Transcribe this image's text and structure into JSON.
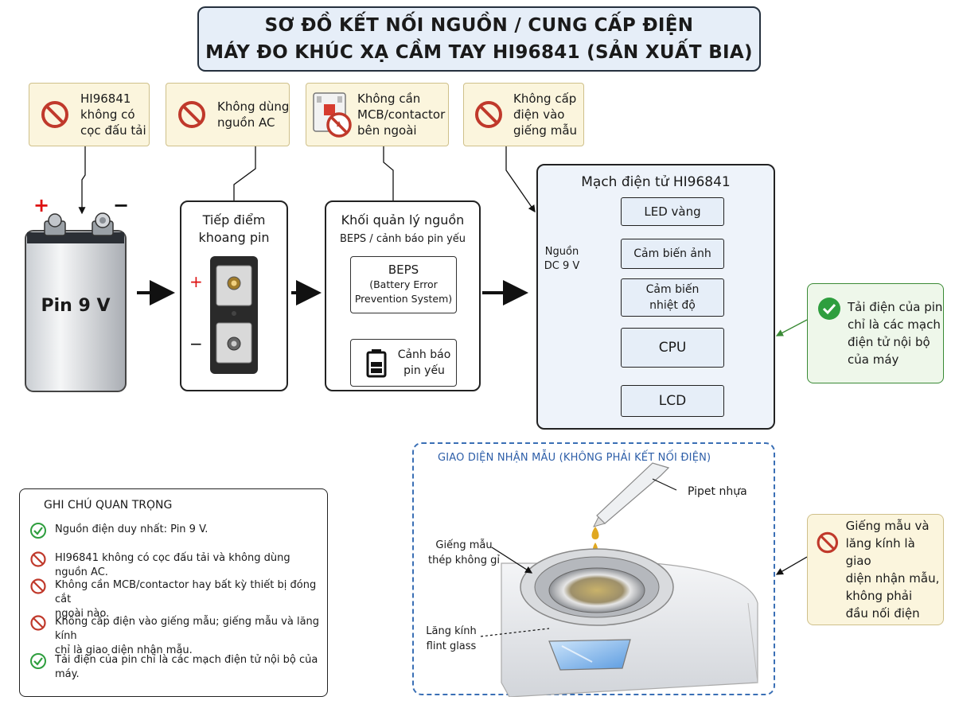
{
  "title": {
    "line1": "SƠ ĐỒ KẾT NỐI NGUỒN / CUNG CẤP ĐIỆN",
    "line2": "MÁY ĐO KHÚC XẠ CẦM TAY HI96841 (SẢN XUẤT BIA)"
  },
  "top_notes": [
    {
      "lines": [
        "HI96841",
        "không có",
        "cọc đấu tải"
      ],
      "icon": "prohibited-icon"
    },
    {
      "lines": [
        "Không dùng",
        "nguồn AC"
      ],
      "icon": "prohibited-icon"
    },
    {
      "lines": [
        "Không cần",
        "MCB/contactor",
        "bên ngoài"
      ],
      "icon": "breaker-prohibited-icon"
    },
    {
      "lines": [
        "Không cấp",
        "điện vào",
        "giếng mẫu"
      ],
      "icon": "prohibited-icon"
    }
  ],
  "battery": {
    "plus": "+",
    "minus": "−",
    "label": "Pin 9 V"
  },
  "contacts": {
    "title_lines": [
      "Tiếp điểm",
      "khoang pin"
    ],
    "plus": "+",
    "minus": "−"
  },
  "power_mgmt": {
    "title": "Khối quản lý nguồn",
    "subtitle": "BEPS / cảnh báo pin yếu",
    "beps_title": "BEPS",
    "beps_lines": [
      "(Battery Error",
      "Prevention System)"
    ],
    "warning_lines": [
      "Cảnh báo",
      "pin yếu"
    ]
  },
  "circuit": {
    "title": "Mạch điện tử HI96841",
    "source_lines": [
      "Nguồn",
      "DC 9 V"
    ],
    "modules": {
      "led": "LED vàng",
      "image_sensor": "Cảm biến ảnh",
      "temp_sensor_lines": [
        "Cảm biến",
        "nhiệt độ"
      ],
      "cpu": "CPU",
      "lcd": "LCD"
    }
  },
  "right_note_load": {
    "lines": [
      "Tải điện của pin",
      "chỉ là các mạch",
      "điện tử nội bộ",
      "của máy"
    ],
    "icon": "check-icon"
  },
  "sample_interface": {
    "title": "GIAO DIỆN NHẬN MẪU (KHÔNG PHẢI KẾT NỐI ĐIỆN)",
    "pipette": "Pipet nhựa",
    "well_lines": [
      "Giếng mẫu",
      "thép không gỉ"
    ],
    "prism_lines": [
      "Lăng kính",
      "flint glass"
    ]
  },
  "right_note_sample": {
    "lines": [
      "Giếng mẫu và",
      "lăng kính là giao",
      "diện nhận mẫu,",
      "không phải",
      "đầu nối điện"
    ],
    "icon": "prohibited-icon"
  },
  "important_notes": {
    "title": "GHI CHÚ QUAN TRỌNG",
    "items": [
      {
        "icon": "check-icon",
        "lines": [
          "Nguồn điện duy nhất: Pin 9 V."
        ]
      },
      {
        "icon": "prohibited-icon",
        "lines": [
          "HI96841 không có cọc đấu tải và không dùng nguồn AC."
        ]
      },
      {
        "icon": "prohibited-icon",
        "lines": [
          "Không cần MCB/contactor hay bất kỳ thiết bị đóng cắt",
          "ngoài nào."
        ]
      },
      {
        "icon": "prohibited-icon",
        "lines": [
          "Không cấp điện vào giếng mẫu; giếng mẫu và lăng kính",
          "chỉ là giao diện nhận mẫu."
        ]
      },
      {
        "icon": "check-icon",
        "lines": [
          "Tải điện của pin chỉ là các mạch điện tử nội bộ của máy."
        ]
      }
    ]
  },
  "colors": {
    "prohibited": "#c0392b",
    "check": "#2e9e3e",
    "title_bg": "#e6eef8",
    "note_bg": "#fbf5dd",
    "green_note_bg": "#eef7ea",
    "dashed_blue": "#3a6fb5"
  }
}
